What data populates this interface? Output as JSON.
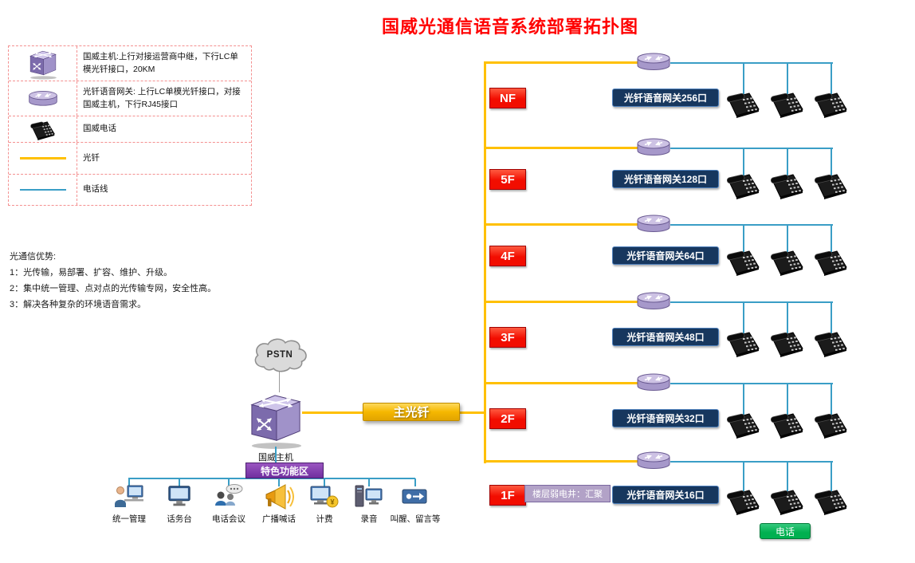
{
  "title": "国威光通信语音系统部署拓扑图",
  "legend": {
    "items": [
      {
        "icon": "host-switch-icon",
        "label": "国威主机:上行对接运营商中继，下行LC单模光钎接口，20KM"
      },
      {
        "icon": "gateway-router-icon",
        "label": "光钎语音网关: 上行LC单模光钎接口，对接国威主机，下行RJ45接口"
      },
      {
        "icon": "phone-icon",
        "label": "国威电话"
      },
      {
        "icon": "fiber-line-sample",
        "label": "光钎"
      },
      {
        "icon": "phone-line-sample",
        "label": "电话线"
      }
    ]
  },
  "advantages": {
    "heading": "光通信优势:",
    "lines": [
      "1：光传输，易部署、扩容、维护、升级。",
      "2：集中统一管理、点对点的光传输专网，安全性高。",
      "3：解决各种复杂的环境语音需求。"
    ]
  },
  "pstn": {
    "label": "PSTN",
    "icon": "cloud-icon"
  },
  "host": {
    "label": "国威主机",
    "icon": "host-switch-icon"
  },
  "main_fiber": {
    "label": "主光钎"
  },
  "feature_zone": {
    "label": "特色功能区"
  },
  "features": [
    {
      "label": "统一管理",
      "icon": "unified-management-icon"
    },
    {
      "label": "话务台",
      "icon": "operator-console-icon"
    },
    {
      "label": "电话会议",
      "icon": "conference-call-icon"
    },
    {
      "label": "广播喊话",
      "icon": "broadcast-icon"
    },
    {
      "label": "计费",
      "icon": "billing-icon"
    },
    {
      "label": "录音",
      "icon": "recording-icon"
    },
    {
      "label": "叫醒、留言等",
      "icon": "voicemail-icon"
    }
  ],
  "floors": [
    {
      "floor": "NF",
      "gateway": "光钎语音网关256口"
    },
    {
      "floor": "5F",
      "gateway": "光钎语音网关128口"
    },
    {
      "floor": "4F",
      "gateway": "光钎语音网关64口"
    },
    {
      "floor": "3F",
      "gateway": "光钎语音网关48口"
    },
    {
      "floor": "2F",
      "gateway": "光钎语音网关32口"
    },
    {
      "floor": "1F",
      "gateway": "光钎语音网关16口",
      "note": "楼层弱电井：汇聚"
    }
  ],
  "phones_caption": "电话",
  "colors": {
    "fiber": "#FFC000",
    "phone_line": "#3A9EC6",
    "floor_red": "#F20D00",
    "gateway_navy": "#17375E",
    "note_purple": "#B2A2C7",
    "feature_purple": "#7030A0",
    "caption_green": "#00B050",
    "title_red": "#FF0000"
  }
}
